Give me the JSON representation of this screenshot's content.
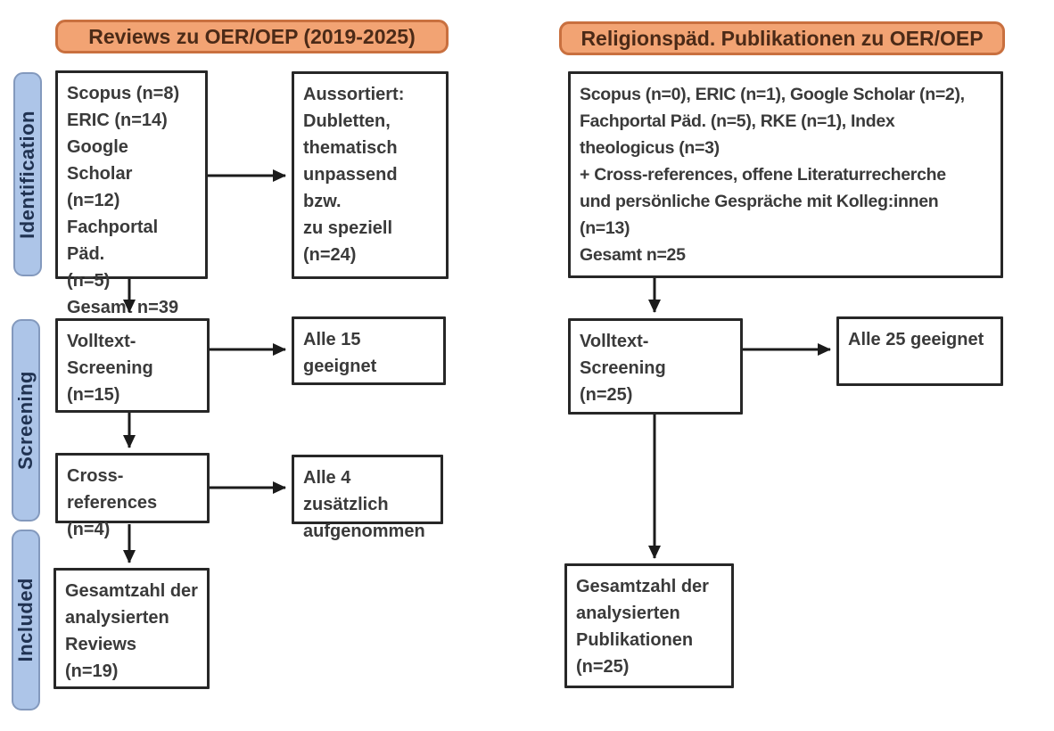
{
  "colors": {
    "background": "#ffffff",
    "header_fill": "#f2a373",
    "header_border": "#c9703f",
    "header_text": "#4b2a17",
    "stage_fill": "#adc5e8",
    "stage_border": "#8399bd",
    "stage_text": "#203251",
    "box_bg": "#ffffff",
    "box_border": "#272727",
    "box_text": "#3a3a3a",
    "arrow": "#1b1b1b"
  },
  "headers": {
    "left": "Reviews zu OER/OEP (2019-2025)",
    "right": "Religionspäd. Publikationen zu OER/OEP"
  },
  "stages": {
    "identification": "Identification",
    "screening": "Screening",
    "included": "Included"
  },
  "left_column": {
    "sources": "Scopus (n=8)\nERIC (n=14)\nGoogle Scholar\n(n=12)\nFachportal Päd.\n(n=5)\nGesamt n=39",
    "excluded": "Aussortiert:\nDubletten,\nthematisch\nunpassend bzw.\nzu speziell\n(n=24)",
    "fulltext_screening": "Volltext-\nScreening\n(n=15)",
    "fulltext_result": "Alle 15 geeignet",
    "crossref": "Cross-references\n(n=4)",
    "crossref_result": "Alle 4 zusätzlich\naufgenommen",
    "included_total": "Gesamtzahl der\nanalysierten\nReviews\n(n=19)"
  },
  "right_column": {
    "sources": "Scopus (n=0), ERIC (n=1), Google Scholar (n=2),\nFachportal Päd. (n=5), RKE (n=1), Index\ntheologicus (n=3)\n+ Cross-references, offene Literaturrecherche\nund persönliche Gespräche mit Kolleg:innen\n(n=13)\nGesamt n=25",
    "fulltext_screening": "Volltext-\nScreening\n(n=25)",
    "fulltext_result": "Alle 25 geeignet",
    "included_total": "Gesamtzahl der\nanalysierten\nPublikationen\n(n=25)"
  }
}
